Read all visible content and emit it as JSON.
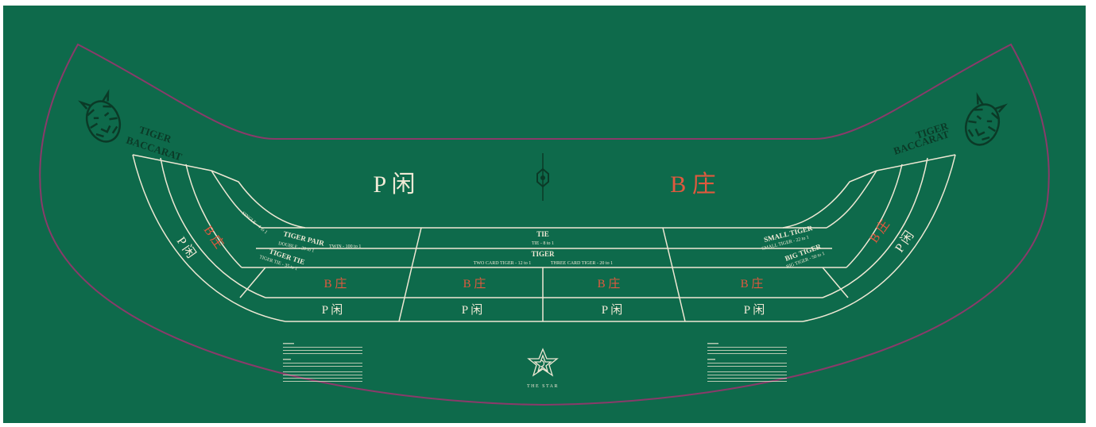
{
  "colors": {
    "felt": "#0e6a4b",
    "line": "#efe8d4",
    "border": "#8a3a6a",
    "banker": "#e0593e",
    "player": "#f1ead6",
    "logo": "#0b3a27"
  },
  "brand": {
    "line1": "TIGER",
    "line2": "BACCARAT",
    "casino": "THE STAR"
  },
  "main": {
    "player": "P 闲",
    "banker": "B 庄"
  },
  "side_left": {
    "banker": "B 庄",
    "player": "P 闲"
  },
  "side_right": {
    "banker": "B 庄",
    "player": "P 闲"
  },
  "bets": {
    "tiger_pair": {
      "title": "TIGER PAIR",
      "single": "SINGLE - 4 to 1",
      "double": "DOUBLE - 20 to 1",
      "twin": "TWIN - 100 to 1"
    },
    "tiger_tie": {
      "title": "TIGER TIE",
      "payout": "TIGER TIE - 35 to 1"
    },
    "tie": {
      "title": "TIE",
      "payout": "TIE - 8 to 1"
    },
    "tiger": {
      "title": "TIGER",
      "two_card": "TWO CARD TIGER - 12 to 1",
      "three_card": "THREE CARD TIGER - 20 to 1"
    },
    "small_tiger": {
      "title": "SMALL TIGER",
      "payout": "SMALL TIGER - 22 to 1"
    },
    "big_tiger": {
      "title": "BIG TIGER",
      "payout": "BIG TIGER - 50 to 1"
    }
  },
  "seats": [
    {
      "banker": "B 庄",
      "player": "P 闲"
    },
    {
      "banker": "B 庄",
      "player": "P 闲"
    },
    {
      "banker": "B 庄",
      "player": "P 闲"
    },
    {
      "banker": "B 庄",
      "player": "P 闲"
    }
  ]
}
